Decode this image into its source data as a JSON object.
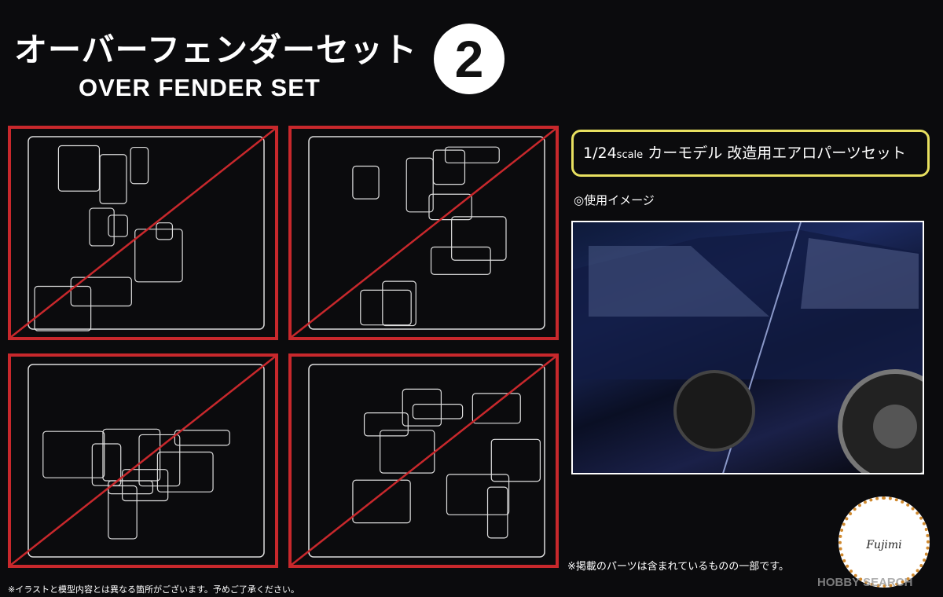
{
  "title": {
    "japanese": "オーバーフェンダーセット",
    "english": "OVER FENDER SET",
    "number": "2"
  },
  "scale_box": {
    "scale": "1/24",
    "scale_unit": "scale",
    "text": "カーモデル 改造用エアロパーツセット"
  },
  "usage_label": "◎使用イメージ",
  "notes": {
    "parts": "※掲載のパーツは含まれているものの一部です。",
    "illustration": "※イラストと模型内容とは異なる箇所がございます。予めご了承ください。"
  },
  "logo": {
    "brand": "Fujimi"
  },
  "watermark": "HOBBY SEARCH",
  "colors": {
    "background": "#0b0b0d",
    "panel_border": "#c8282c",
    "scale_box_border": "#e8e060"
  }
}
